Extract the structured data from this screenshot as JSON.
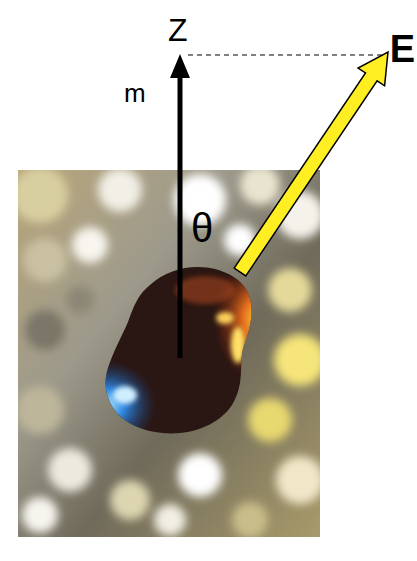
{
  "diagram": {
    "labels": [
      "Z",
      "m",
      "θ",
      "E"
    ]
  }
}
